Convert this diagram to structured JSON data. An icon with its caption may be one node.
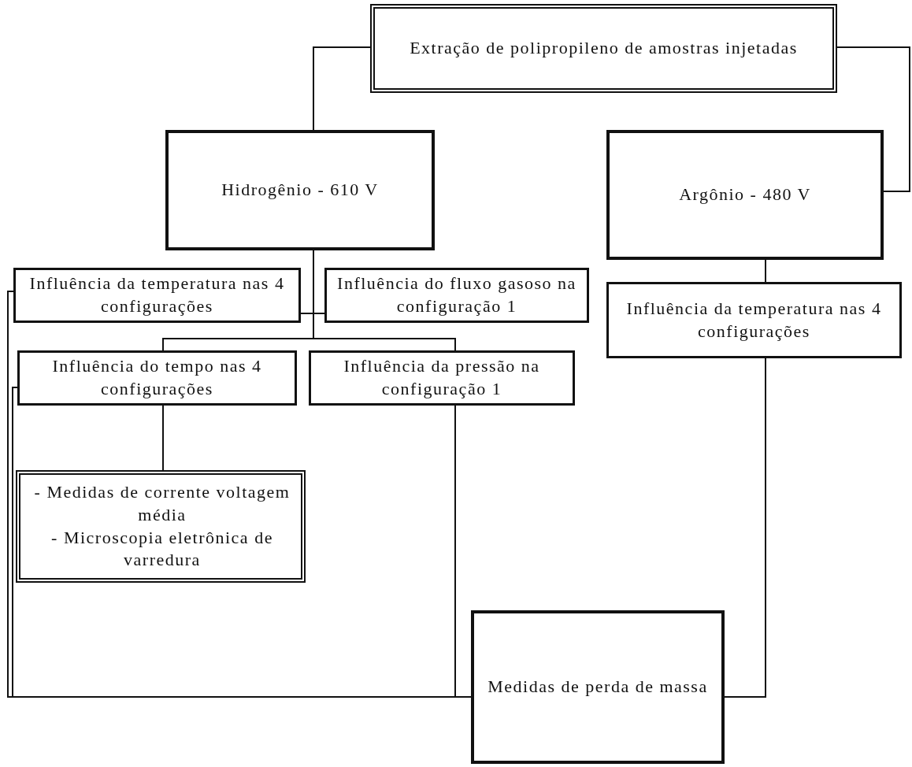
{
  "diagram": {
    "nodes": [
      {
        "text": [
          "Extração de polipropileno de amostras injetadas"
        ]
      },
      {
        "text": [
          "Hidrogênio - 610 V"
        ]
      },
      {
        "text": [
          "Argônio - 480 V"
        ]
      },
      {
        "text": [
          "Influência da temperatura nas 4 configurações"
        ]
      },
      {
        "text": [
          "Influência do fluxo gasoso na configuração 1"
        ]
      },
      {
        "text": [
          "Influência da temperatura nas 4 configurações"
        ]
      },
      {
        "text": [
          "Influência do tempo nas 4 configurações"
        ]
      },
      {
        "text": [
          "Influência da pressão na configuração 1"
        ]
      },
      {
        "text": [
          "- Medidas de corrente voltagem média",
          "- Microscopia eletrônica de varredura"
        ]
      },
      {
        "text": [
          "Medidas de perda de massa"
        ]
      }
    ],
    "edges": [
      {
        "from": 0,
        "to": 1,
        "arrow": "none"
      },
      {
        "from": 0,
        "to": 2,
        "arrow": "none"
      },
      {
        "from": 1,
        "to": 3,
        "arrow": "none"
      },
      {
        "from": 1,
        "to": 4,
        "arrow": "none"
      },
      {
        "from": 1,
        "to": 6,
        "arrow": "none"
      },
      {
        "from": 1,
        "to": 7,
        "arrow": "none"
      },
      {
        "from": 2,
        "to": 5,
        "arrow": "none"
      },
      {
        "from": 6,
        "to": 8,
        "arrow": "none"
      },
      {
        "from": 3,
        "to": 9,
        "arrow": "none"
      },
      {
        "from": 6,
        "to": 9,
        "arrow": "none"
      },
      {
        "from": 7,
        "to": 9,
        "arrow": "none"
      },
      {
        "from": 5,
        "to": 9,
        "arrow": "none"
      }
    ]
  }
}
